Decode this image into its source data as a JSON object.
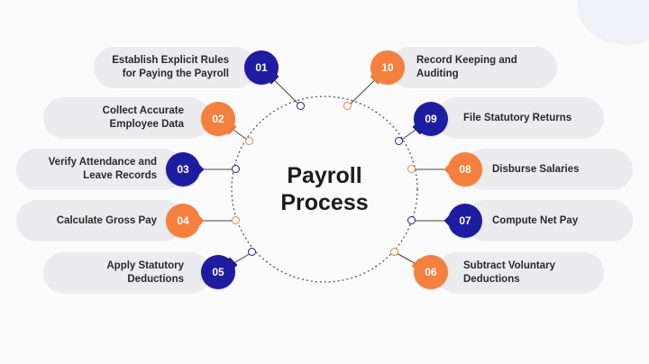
{
  "title": {
    "line1": "Payroll",
    "line2": "Process"
  },
  "colors": {
    "navy": "#1e1ca0",
    "orange": "#f5803d",
    "pill": "#ececee"
  },
  "steps": [
    {
      "num": "01",
      "line1": "Establish Explicit Rules",
      "line2": "for Paying the Payroll",
      "color": "navy"
    },
    {
      "num": "02",
      "line1": "Collect Accurate",
      "line2": "Employee Data",
      "color": "orange"
    },
    {
      "num": "03",
      "line1": "Verify Attendance and",
      "line2": "Leave Records",
      "color": "navy"
    },
    {
      "num": "04",
      "line1": "Calculate Gross Pay",
      "line2": "",
      "color": "orange"
    },
    {
      "num": "05",
      "line1": "Apply Statutory",
      "line2": "Deductions",
      "color": "navy"
    },
    {
      "num": "06",
      "line1": "Subtract Voluntary",
      "line2": "Deductions",
      "color": "orange"
    },
    {
      "num": "07",
      "line1": "Compute Net Pay",
      "line2": "",
      "color": "navy"
    },
    {
      "num": "08",
      "line1": "Disburse Salaries",
      "line2": "",
      "color": "orange"
    },
    {
      "num": "09",
      "line1": "File Statutory Returns",
      "line2": "",
      "color": "navy"
    },
    {
      "num": "10",
      "line1": "Record Keeping and",
      "line2": "Auditing",
      "color": "orange"
    }
  ]
}
